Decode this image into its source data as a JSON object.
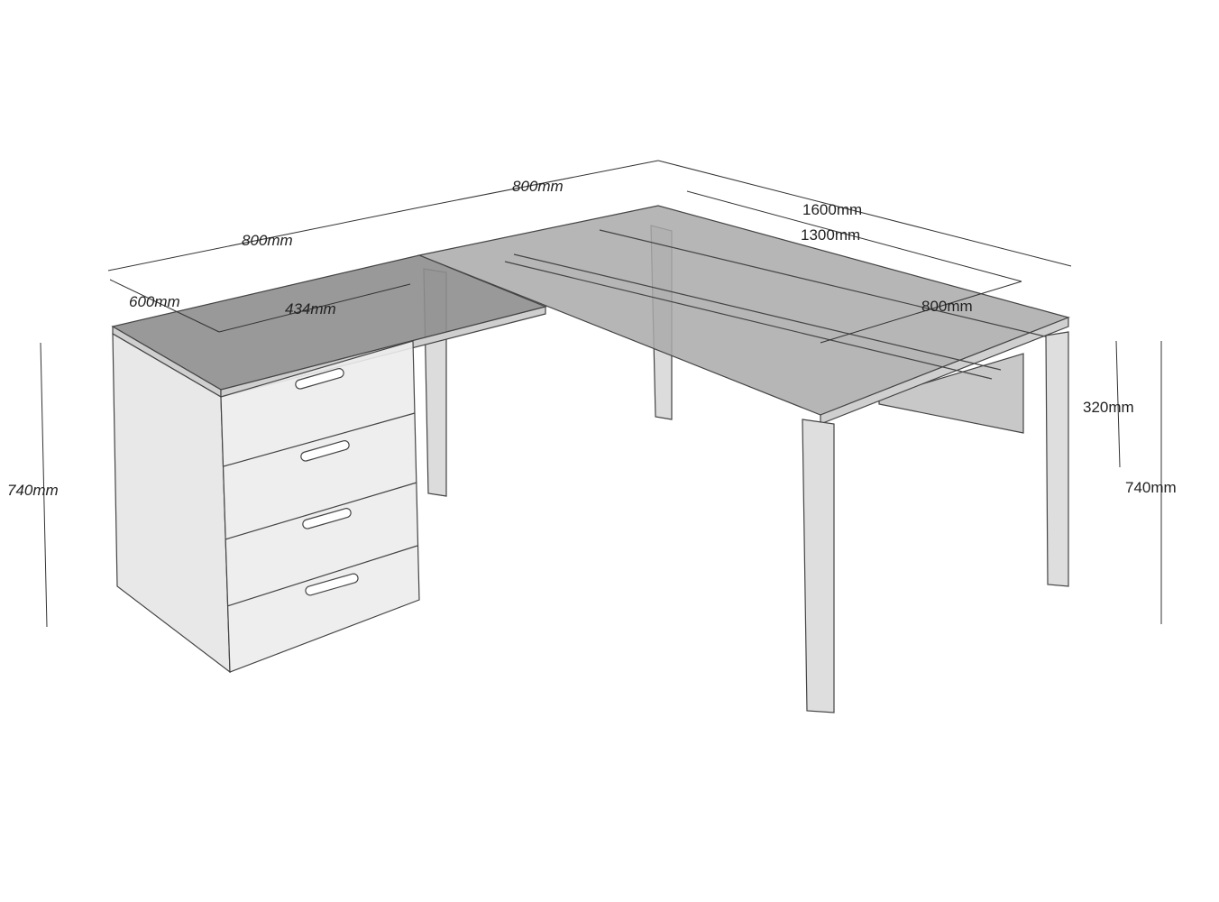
{
  "dimensions": {
    "return_length": "800mm",
    "main_extension": "800mm",
    "main_length": "1600mm",
    "beam_length": "1300mm",
    "return_depth": "600mm",
    "pedestal_width": "434mm",
    "main_depth": "800mm",
    "left_height": "740mm",
    "modesty_height": "320mm",
    "right_height": "740mm"
  },
  "colors": {
    "top": "#9a9a9a",
    "pedestal": "#e4e4e4",
    "frame": "#d8d8d8",
    "line": "#444444"
  }
}
